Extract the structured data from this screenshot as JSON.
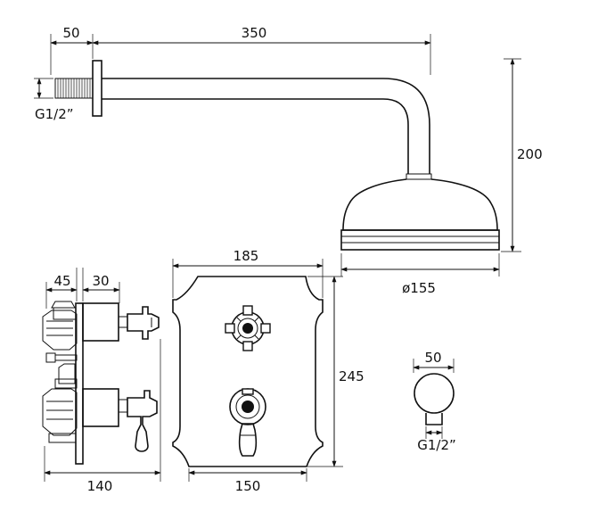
{
  "dimensions": {
    "arm_wall_offset": "50",
    "arm_length": "350",
    "thread": "G1/2”",
    "head_drop": "200",
    "head_diameter": "ø155",
    "valve_side_depth_a": "45",
    "valve_side_depth_b": "30",
    "valve_side_width": "140",
    "plate_top_width": "185",
    "plate_bottom_width": "150",
    "plate_height": "245",
    "elbow_width": "50",
    "elbow_thread": "G1/2”"
  },
  "colors": {
    "line": "#111111",
    "background": "#ffffff"
  }
}
